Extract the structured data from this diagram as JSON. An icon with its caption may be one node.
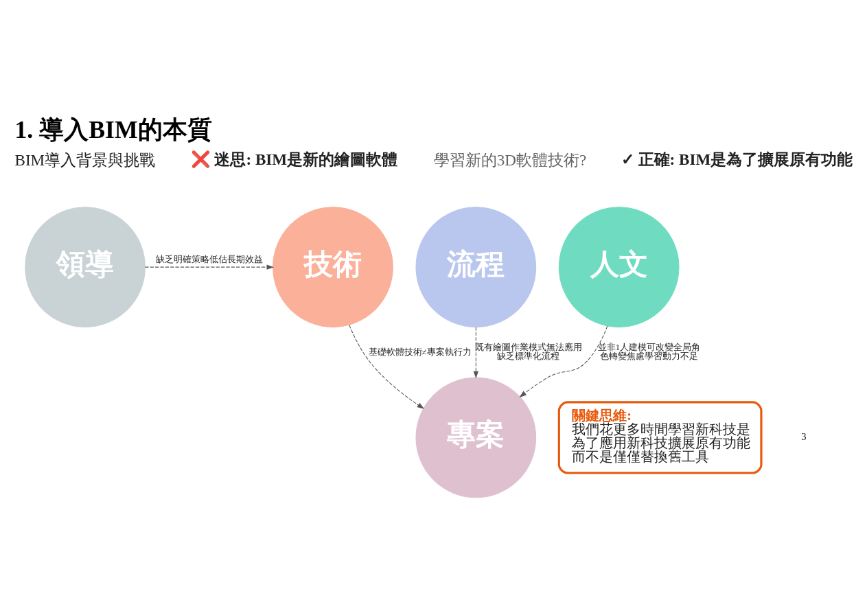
{
  "diagram": {
    "title": "1. 導入BIM的本質",
    "nodes": [
      {
        "text": [
          "領導"
        ]
      },
      {
        "text": [
          "技術"
        ]
      },
      {
        "text": [
          "流程"
        ]
      },
      {
        "text": [
          "人文"
        ]
      },
      {
        "text": [
          "專案"
        ]
      },
      {
        "text": [
          "關鍵思維:",
          "我們花更多時間學習新科技是為了應用新科技擴展原有功能而不是僅僅替換舊工具"
        ]
      }
    ],
    "edges": [
      {
        "from": 0,
        "to": 1,
        "arrow": "to",
        "label": "缺乏明確策略低估長期效益",
        "style": "dashed"
      },
      {
        "from": 1,
        "to": 4,
        "arrow": "to",
        "label": "基礎軟體技術≠專案執行力",
        "style": "dashed"
      },
      {
        "from": 2,
        "to": 4,
        "arrow": "to",
        "label": "既有繪圖作業模式無法應用缺乏標準化流程",
        "style": "dashed"
      },
      {
        "from": 3,
        "to": 4,
        "arrow": "to",
        "label": "並非1人建模可改變全局角色轉變焦慮學習動力不足",
        "style": "dashed"
      }
    ],
    "labels": [
      "❌ 迷思: BIM是新的繪圖軟體",
      "學習新的3D軟體技術?",
      "✓ 正確: BIM是為了擴展原有功能",
      "BIM導入背景與挑戰",
      "3"
    ]
  }
}
